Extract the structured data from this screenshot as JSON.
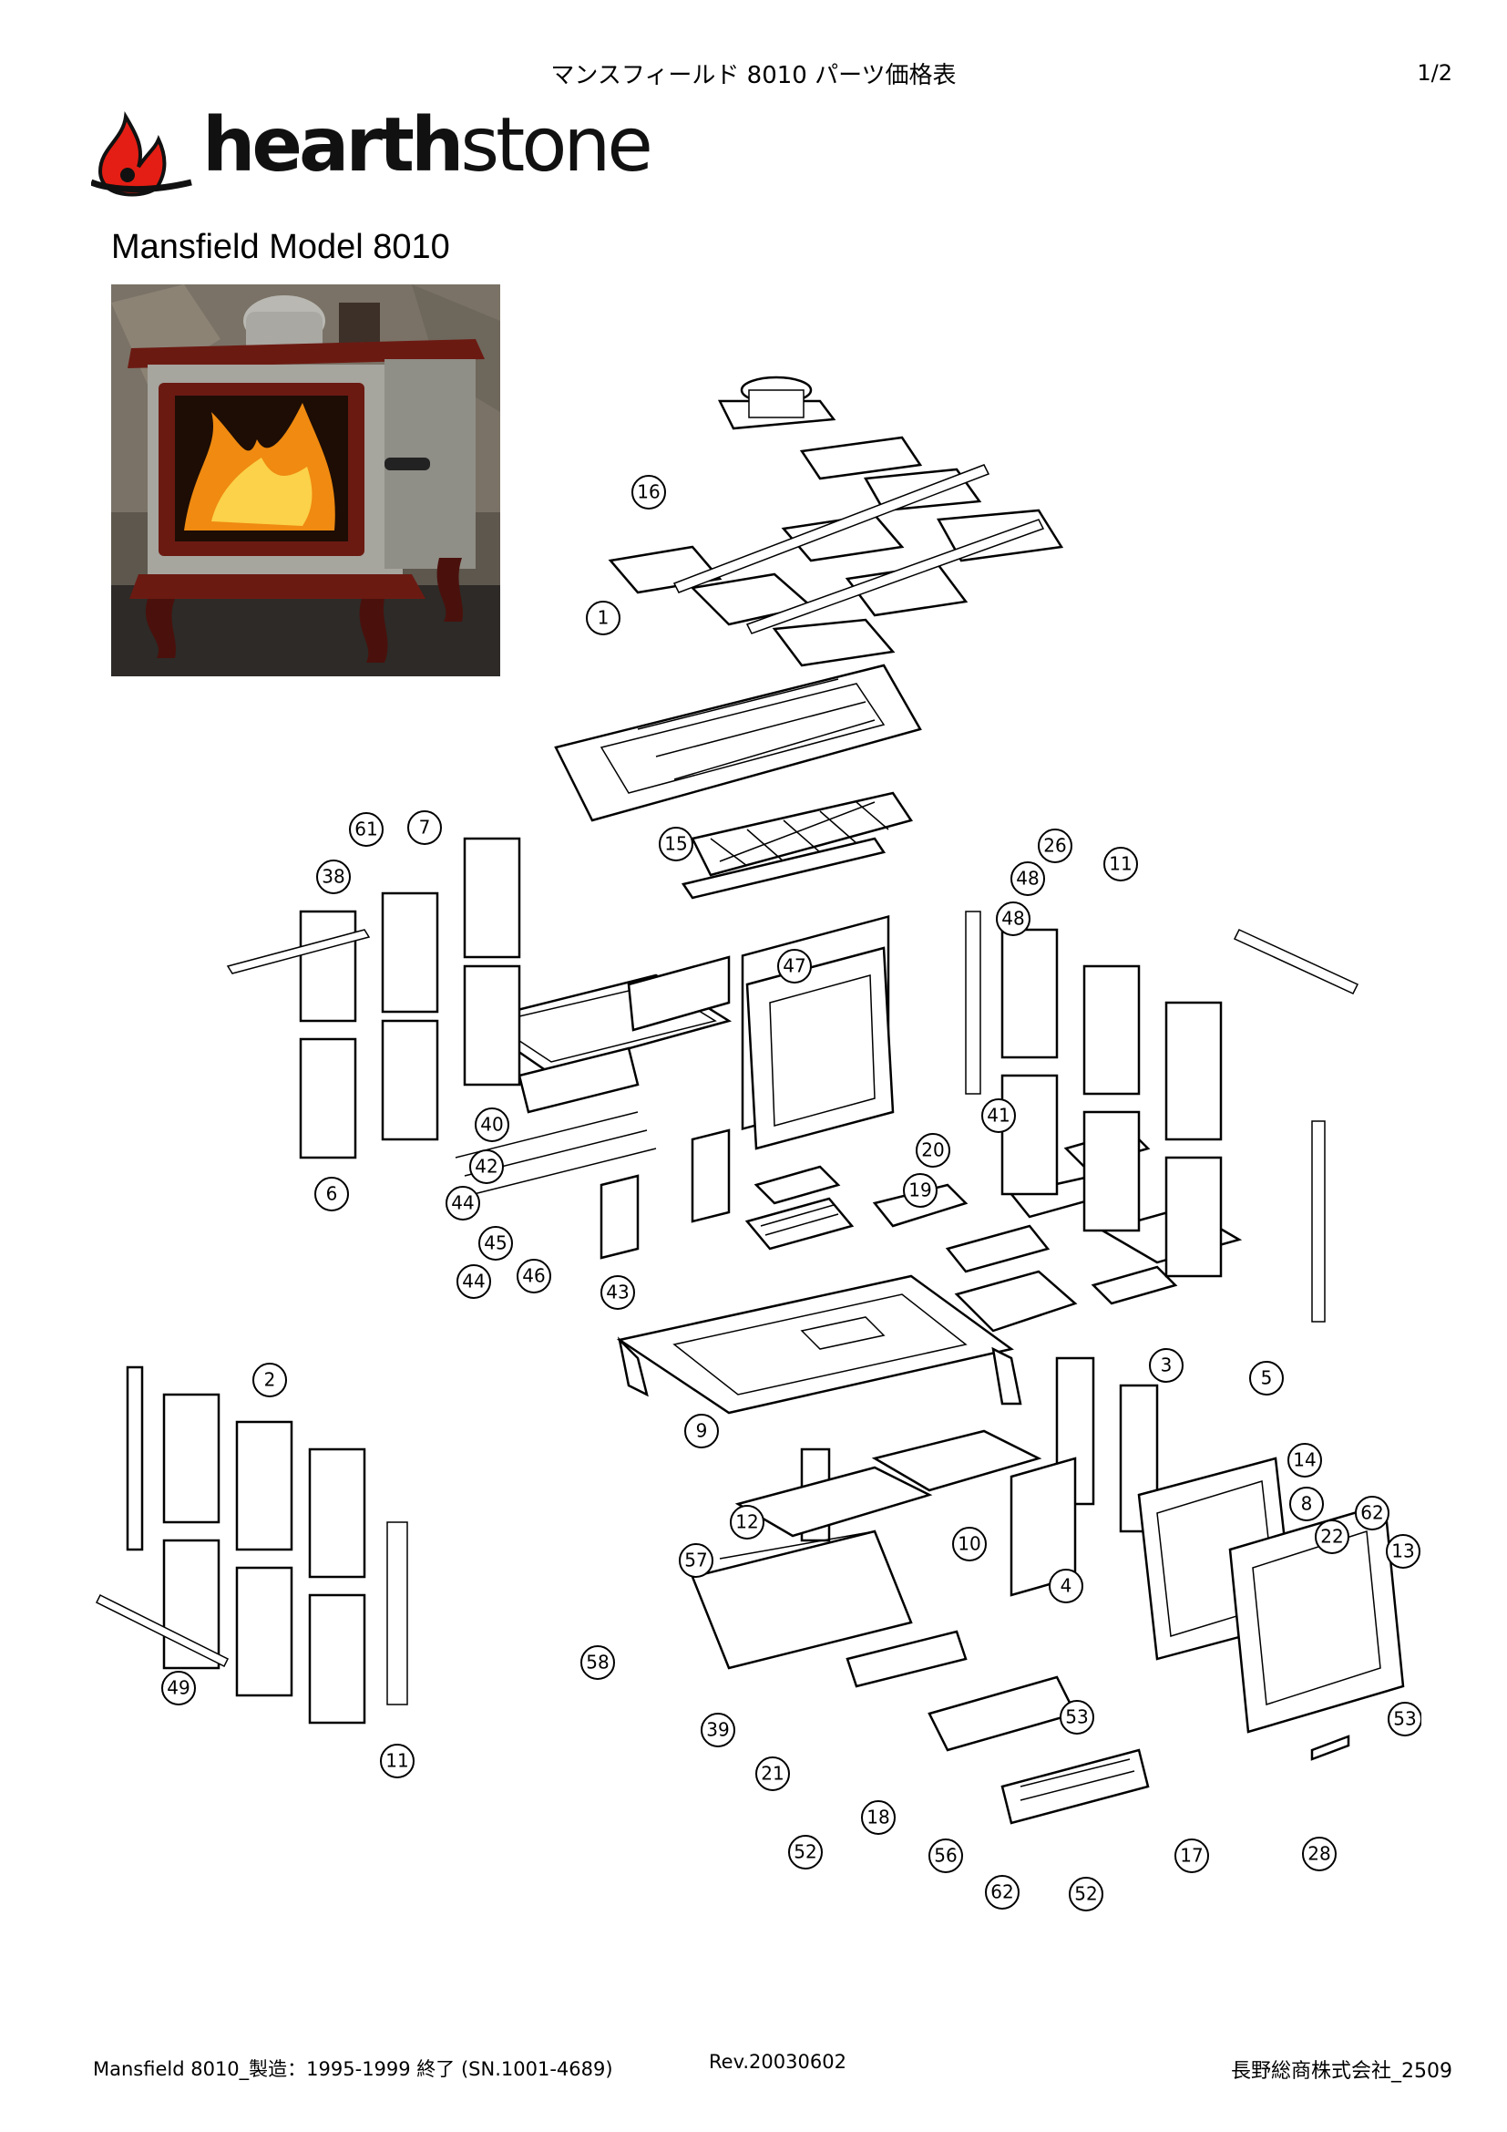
{
  "header": {
    "title": "マンスフィールド 8010 パーツ価格表",
    "page": "1/2"
  },
  "logo": {
    "word_bold": "hearth",
    "word_light": "stone"
  },
  "model_title": "Mansfield Model 8010",
  "photo": {
    "subject": "soapstone wood stove with open fire",
    "colors": {
      "enamel": "#6b1a12",
      "stone": "#9a9a92",
      "fire": "#f08a10"
    }
  },
  "diagram": {
    "callouts": [
      {
        "id": "c16",
        "label": "16"
      },
      {
        "id": "c1",
        "label": "1"
      },
      {
        "id": "c15",
        "label": "15"
      },
      {
        "id": "c26",
        "label": "26"
      },
      {
        "id": "c48a",
        "label": "48"
      },
      {
        "id": "c48b",
        "label": "48"
      },
      {
        "id": "c61",
        "label": "61"
      },
      {
        "id": "c7",
        "label": "7"
      },
      {
        "id": "c38",
        "label": "38"
      },
      {
        "id": "c11a",
        "label": "11"
      },
      {
        "id": "c47",
        "label": "47"
      },
      {
        "id": "c40",
        "label": "40"
      },
      {
        "id": "c41",
        "label": "41"
      },
      {
        "id": "c42",
        "label": "42"
      },
      {
        "id": "c44",
        "label": "44"
      },
      {
        "id": "c45",
        "label": "45"
      },
      {
        "id": "c46",
        "label": "46"
      },
      {
        "id": "c44a",
        "label": "44"
      },
      {
        "id": "c43",
        "label": "43"
      },
      {
        "id": "c6",
        "label": "6"
      },
      {
        "id": "c20",
        "label": "20"
      },
      {
        "id": "c19",
        "label": "19"
      },
      {
        "id": "c9",
        "label": "9"
      },
      {
        "id": "c2",
        "label": "2"
      },
      {
        "id": "c3",
        "label": "3"
      },
      {
        "id": "c5",
        "label": "5"
      },
      {
        "id": "c12",
        "label": "12"
      },
      {
        "id": "c10",
        "label": "10"
      },
      {
        "id": "c14",
        "label": "14"
      },
      {
        "id": "c8",
        "label": "8"
      },
      {
        "id": "c62a",
        "label": "62"
      },
      {
        "id": "c22",
        "label": "22"
      },
      {
        "id": "c13",
        "label": "13"
      },
      {
        "id": "c57",
        "label": "57"
      },
      {
        "id": "c4",
        "label": "4"
      },
      {
        "id": "c58",
        "label": "58"
      },
      {
        "id": "c49",
        "label": "49"
      },
      {
        "id": "c39",
        "label": "39"
      },
      {
        "id": "c53a",
        "label": "53"
      },
      {
        "id": "c53b",
        "label": "53"
      },
      {
        "id": "c11b",
        "label": "11"
      },
      {
        "id": "c21",
        "label": "21"
      },
      {
        "id": "c18",
        "label": "18"
      },
      {
        "id": "c52a",
        "label": "52"
      },
      {
        "id": "c56",
        "label": "56"
      },
      {
        "id": "c17",
        "label": "17"
      },
      {
        "id": "c62b",
        "label": "62"
      },
      {
        "id": "c52b",
        "label": "52"
      },
      {
        "id": "c28",
        "label": "28"
      }
    ]
  },
  "footer": {
    "left": "Mansfield 8010_製造：1995-1999 終了 (SN.1001-4689)",
    "middle": "Rev.20030602",
    "right": "長野総商株式会社_2509"
  }
}
